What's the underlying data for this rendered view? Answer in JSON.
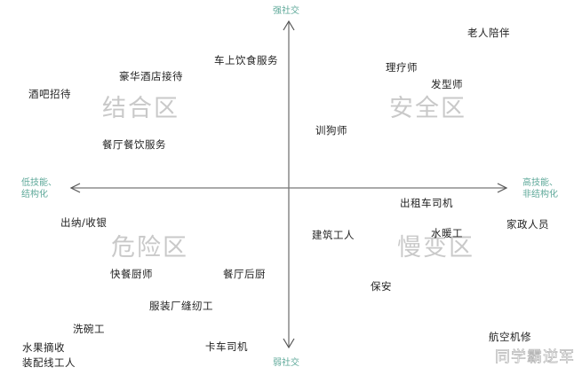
{
  "diagram": {
    "axes": {
      "top": "强社交",
      "bottom": "弱社交",
      "left_line1": "低技能、",
      "left_line2": "结构化",
      "right_line1": "高技能、",
      "right_line2": "非结构化",
      "label_color": "#5fa99a",
      "line_color": "#777777"
    },
    "zones": {
      "top_left": "结合区",
      "top_right": "安全区",
      "bottom_left": "危险区",
      "bottom_right": "慢变区",
      "color": "#c9c9c9"
    },
    "jobs": {
      "top_left": [
        "车上饮食服务",
        "豪华酒店接待",
        "酒吧招待",
        "餐厅餐饮服务"
      ],
      "top_right": [
        "老人陪伴",
        "理疗师",
        "发型师",
        "训狗师"
      ],
      "bottom_left": [
        "出纳/收银",
        "快餐厨师",
        "餐厅后厨",
        "服装厂缝纫工",
        "洗碗工",
        "水果摘收",
        "装配线工人",
        "卡车司机"
      ],
      "bottom_right": [
        "出租车司机",
        "家政人员",
        "建筑工人",
        "水暖工",
        "保安",
        "航空机修"
      ]
    },
    "watermark": "同学霸逆军"
  }
}
